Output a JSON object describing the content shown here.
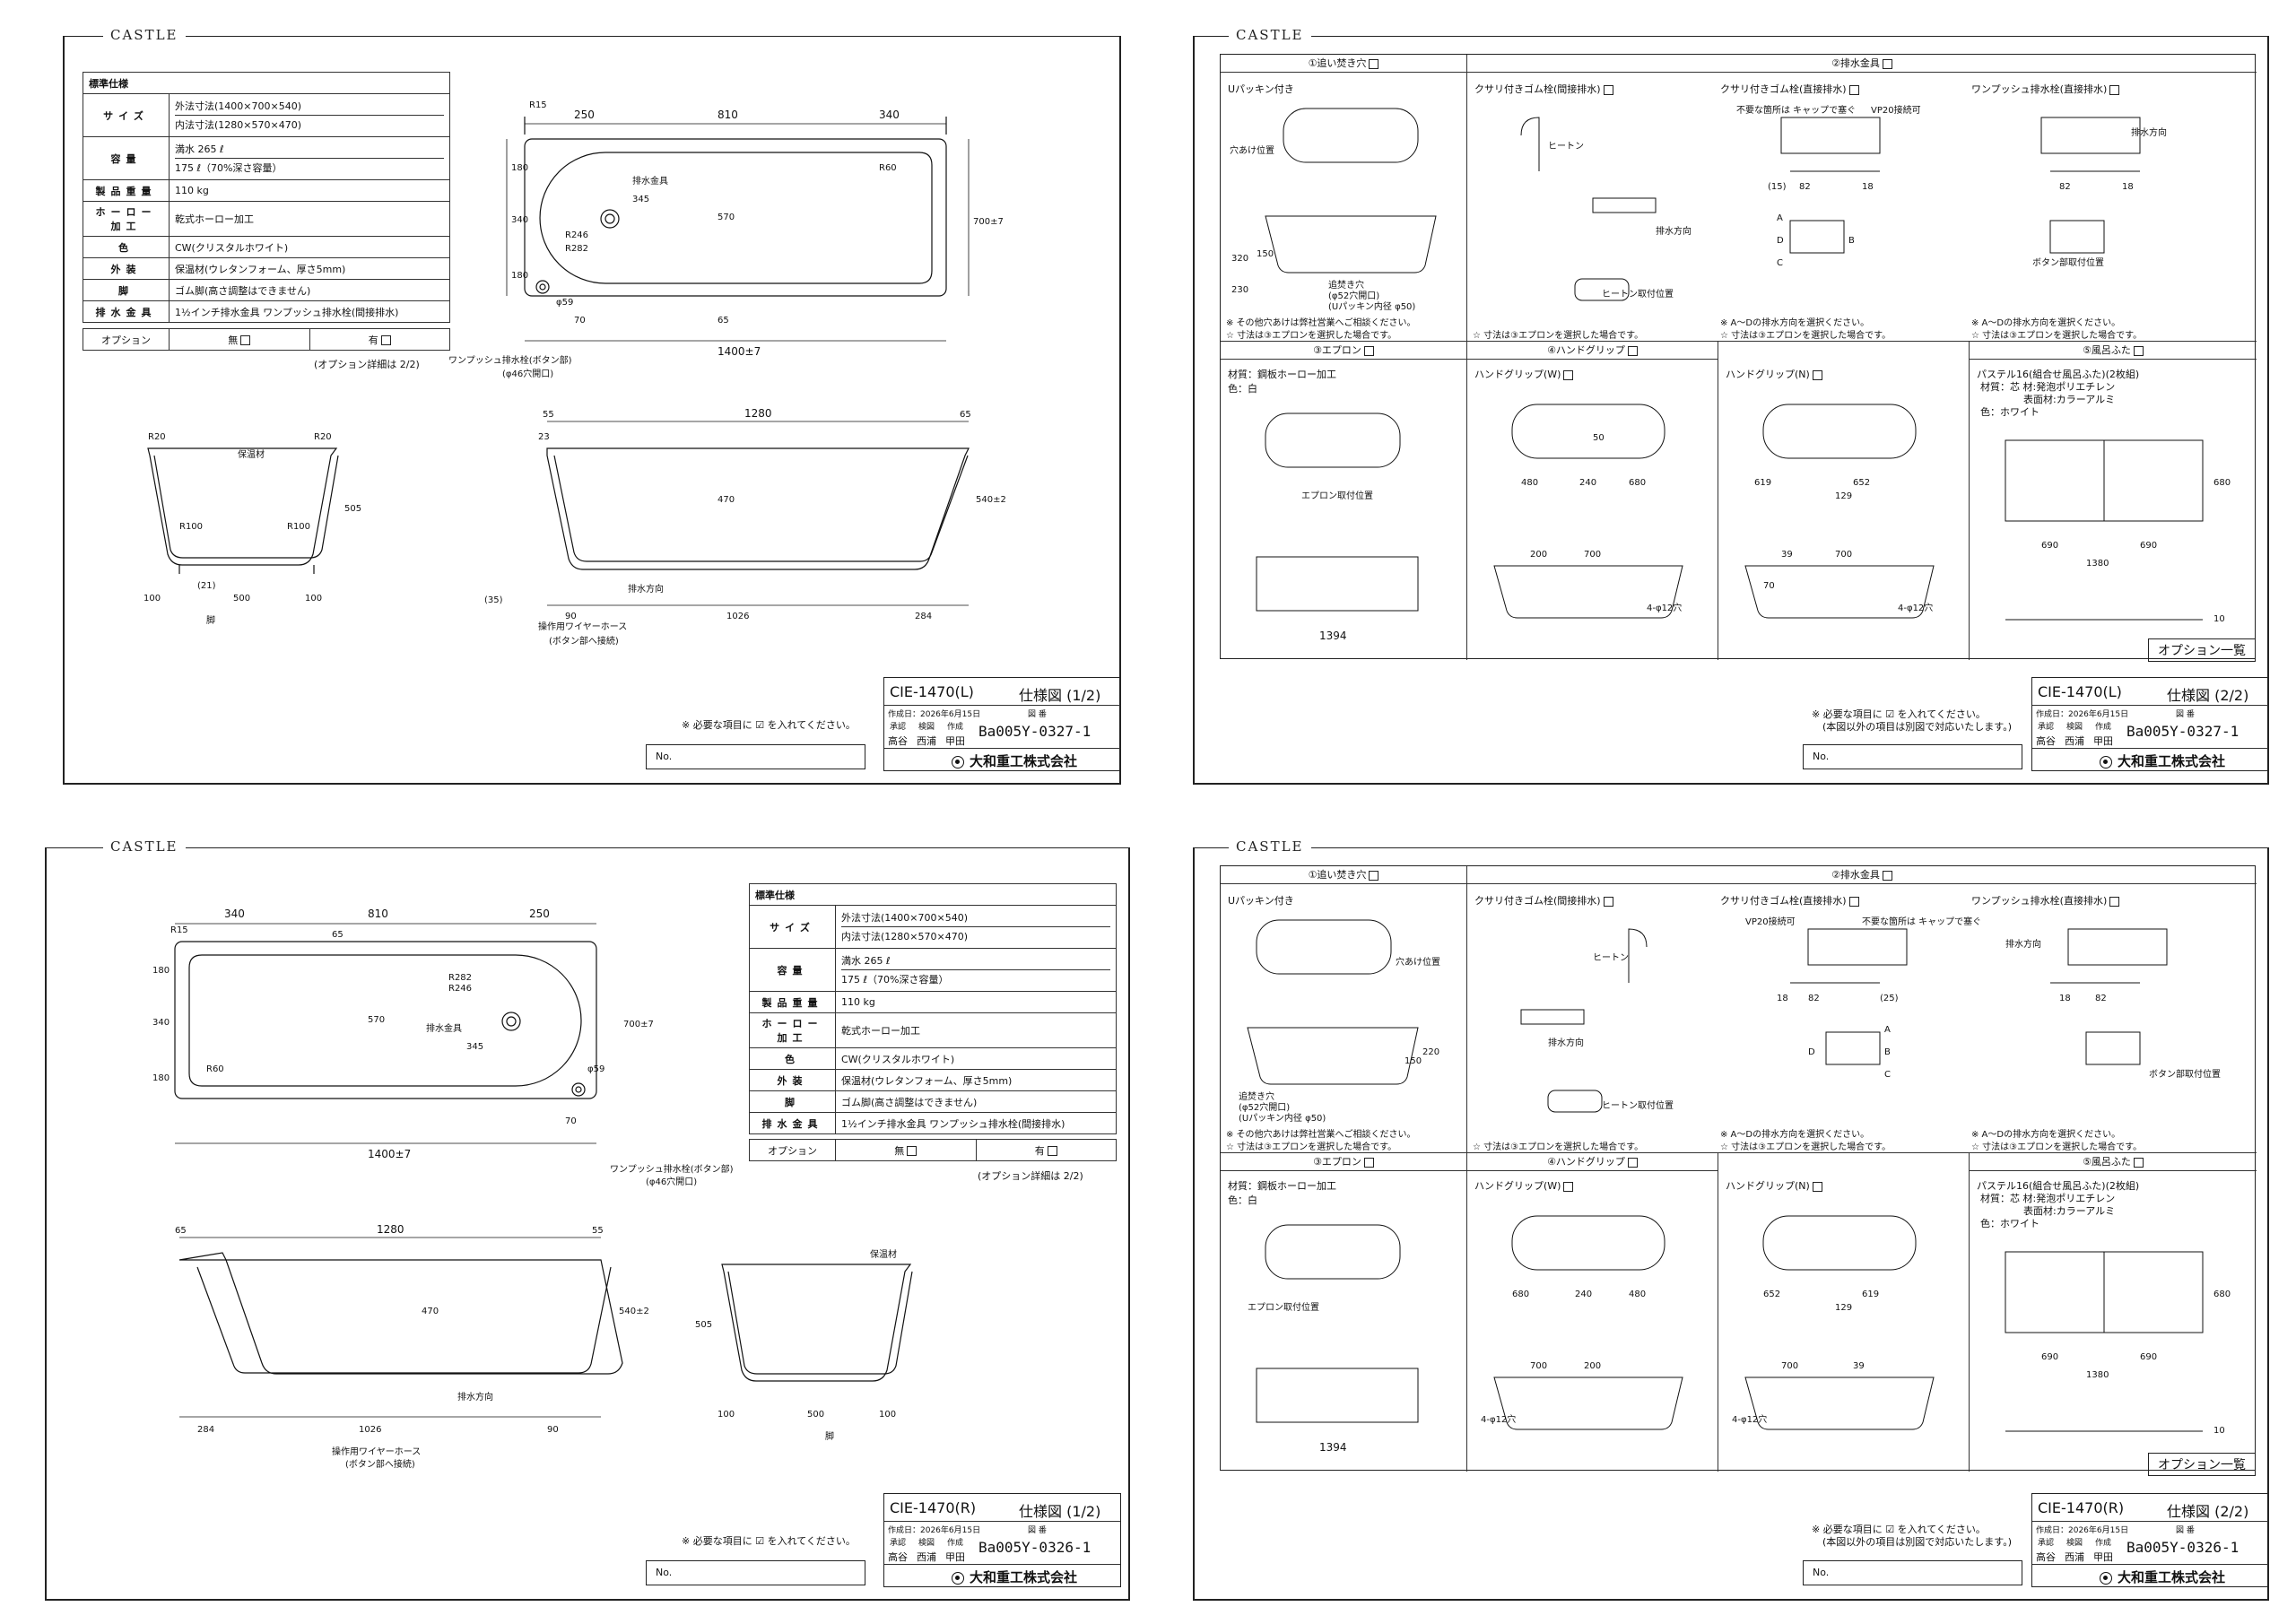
{
  "brand": "CASTLE",
  "spec_table": {
    "header": "標準仕様",
    "rows": [
      {
        "label": "サイズ",
        "values": [
          "外法寸法(1400×700×540)",
          "内法寸法(1280×570×470)"
        ]
      },
      {
        "label": "容量",
        "values": [
          "満水 265 ℓ",
          "175 ℓ（70%深さ容量）"
        ]
      },
      {
        "label": "製品重量",
        "values": [
          "110 kg"
        ]
      },
      {
        "label": "ホーロー加工",
        "values": [
          "乾式ホーロー加工"
        ]
      },
      {
        "label": "色",
        "values": [
          "CW(クリスタルホワイト)"
        ]
      },
      {
        "label": "外装",
        "values": [
          "保温材(ウレタンフォーム、厚さ5mm)"
        ]
      },
      {
        "label": "脚",
        "values": [
          "ゴム脚(高さ調整はできません)"
        ]
      },
      {
        "label": "排水金具",
        "values": [
          "1½インチ排水金具 ワンプッシュ排水栓(間接排水)"
        ]
      }
    ],
    "option_label": "オプション",
    "option_none": "無",
    "option_yes": "有",
    "option_note": "(オプション詳細は 2/2)"
  },
  "plan": {
    "dims_top_L": [
      "250",
      "810",
      "340"
    ],
    "dims_top_R": [
      "340",
      "810",
      "250"
    ],
    "left_dims": [
      "180",
      "340",
      "180"
    ],
    "radii": [
      "R15",
      "R60",
      "R246",
      "R282"
    ],
    "inner_dims": [
      "345",
      "570",
      "65",
      "70"
    ],
    "drain": "排水金具",
    "hole": "φ59",
    "height": "700±7",
    "length": "1400±7",
    "pushdrain": "ワンプッシュ排水栓(ボタン部)",
    "pushdrain_hole": "(φ46穴開口)"
  },
  "section": {
    "dims_top": [
      "55",
      "1280",
      "65"
    ],
    "inner_h": "470",
    "outer_h": "540±2",
    "bottom_dims": [
      "90",
      "1026",
      "284"
    ],
    "radii": [
      "R20",
      "R100"
    ],
    "drain_dir": "排水方向",
    "wire": "操作用ワイヤーホース",
    "wire_note": "(ボタン部へ接続)",
    "side_dims": [
      "100",
      "500",
      "100"
    ],
    "side_h": "505",
    "foot_h": "(35)",
    "foot_gap": "(21)",
    "insul": "保温材",
    "leg": "脚",
    "top_r": "23"
  },
  "check_note": "※ 必要な項目に ☑ を入れてください。",
  "check_note2": "(本図以外の項目は別図で対応いたします。)",
  "no_label": "No.",
  "title_block": {
    "model_L": "CIE-1470(L)",
    "model_R": "CIE-1470(R)",
    "title_1": "仕様図 (1/2)",
    "title_2": "仕様図 (2/2)",
    "created": "作成日：2026年6月15日",
    "drawing_no_label": "図 番",
    "approvals": [
      "承認",
      "検図",
      "作成"
    ],
    "stamps": [
      "高谷",
      "西浦",
      "甲田"
    ],
    "code_L": "Ba005Y-0327-1",
    "code_R": "Ba005Y-0326-1",
    "company": "大和重工株式会社"
  },
  "options": {
    "list_button": "オプション一覧",
    "hdr_1": "①追い焚き穴",
    "hdr_2": "②排水金具",
    "hdr_3": "③エプロン",
    "hdr_4": "④ハンドグリップ",
    "hdr_5": "⑤風呂ふた",
    "u_packing": "Uパッキン付き",
    "chain_plug": "クサリ付きゴム栓(間接排水)",
    "chain_plug_direct": "クサリ付きゴム栓(直接排水)",
    "push_direct": "ワンプッシュ排水栓(直接排水)",
    "hole_pos": "穴あけ位置",
    "hole_note": "追焚き穴",
    "hole_note2": "(φ52穴開口)",
    "hole_note3": "(Uパッキン内径 φ50)",
    "note_1": "※ その他穴あけは弊社営業へご相談ください。",
    "note_2": "☆ 寸法は③エプロンを選択した場合です。",
    "note_3": "※ A〜Dの排水方向を選択ください。",
    "material": "材質：鋼板ホーロー加工",
    "color": "色：白",
    "apron_pos": "エプロン取付位置",
    "grip_w": "ハンドグリップ(W)",
    "grip_n": "ハンドグリップ(N)",
    "lid": "パステル16(組合せ風呂ふた)(2枚組)",
    "lid_mat": "材質：芯 材:発泡ポリエチレン",
    "lid_mat2": "表面材:カラーアルミ",
    "lid_color": "色：ホワイト",
    "apron_len": "1394",
    "lid_dims": [
      "690",
      "690",
      "1380",
      "680",
      "10"
    ],
    "grip_w_dims": [
      "480",
      "240",
      "680",
      "50",
      "200",
      "700"
    ],
    "grip_n_dims": [
      "619",
      "652",
      "129",
      "39",
      "700",
      "70"
    ],
    "drain_dims": [
      "82",
      "18",
      "(15)",
      "(25)"
    ],
    "hole_dims": [
      "320",
      "230",
      "150",
      "220"
    ],
    "drain_dir": "排水方向",
    "vp": "VP20接続可",
    "unused": "不要な箇所は キャップで塞ぐ",
    "heaton": "ヒートン",
    "heaton_pos": "ヒートン取付位置",
    "button_pos": "ボタン部取付位置",
    "hole_size": "4-φ12穴",
    "abcd": [
      "A",
      "B",
      "C",
      "D"
    ]
  },
  "colors": {
    "ink": "#111111",
    "paper": "#ffffff",
    "line": "#222222"
  }
}
